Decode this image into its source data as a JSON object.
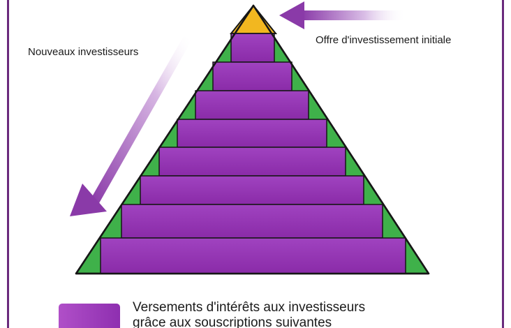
{
  "labels": {
    "new_investors": "Nouveaux investisseurs",
    "initial_offer": "Offre d'investissement initiale"
  },
  "legend": {
    "line1": "Versements d'intérêts aux investisseurs",
    "line2": "grâce aux souscriptions suivantes"
  },
  "colors": {
    "frame": "#6a2a7c",
    "purple_fill": "#9635b4",
    "purple_edge": "#5d1f72",
    "green": "#3fb14a",
    "gold": "#f2b720",
    "outline": "#161616",
    "arrow_purple": "#8a3aa8"
  },
  "icons": {
    "left_arrow": "arrow-down-left-icon",
    "top_arrow": "arrow-left-icon"
  }
}
